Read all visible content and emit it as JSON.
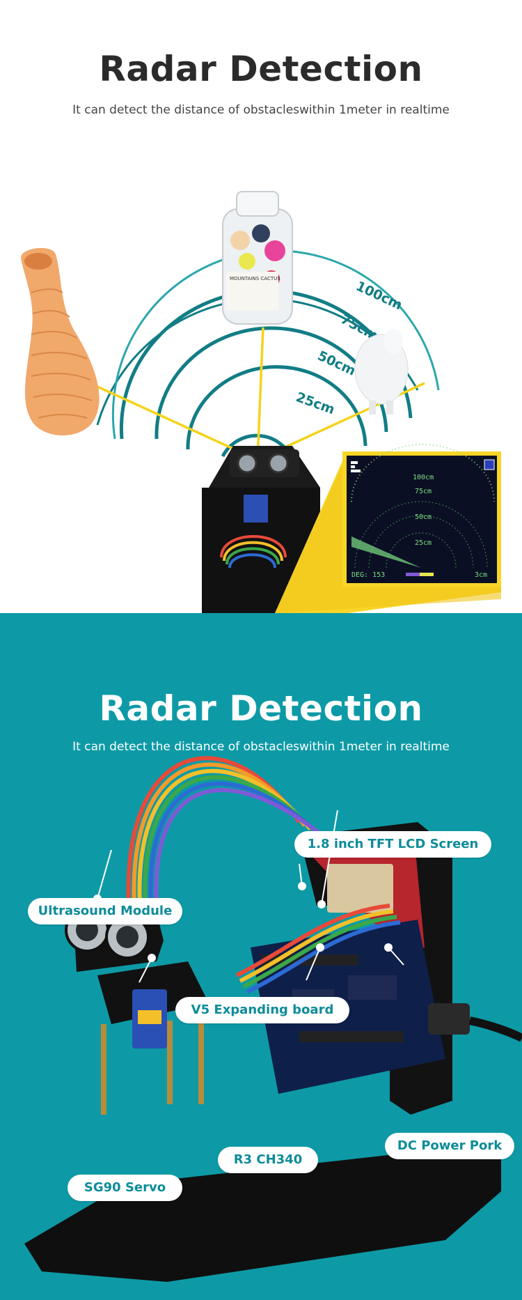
{
  "section1": {
    "title": "Radar Detection",
    "subtitle": "It can detect the distance of obstacleswithin 1meter in realtime",
    "rings": [
      "100cm",
      "75cm",
      "50cm",
      "25cm"
    ],
    "jar_label": "MOUNTAINS CACTUS",
    "lcd": {
      "rings": [
        "100cm",
        "75cm",
        "50cm",
        "25cm"
      ],
      "deg_label": "DEG: 153",
      "dist_label": "3cm"
    }
  },
  "section2": {
    "title": "Radar Detection",
    "subtitle": "It can detect the distance of obstacleswithin 1meter in realtime",
    "callouts": {
      "lcd_screen": "1.8 inch TFT LCD Screen",
      "ultrasound": "Ultrasound Module",
      "expanding_board": "V5 Expanding board",
      "dc_power": "DC Power Pork",
      "r3": "R3 CH340",
      "servo": "SG90 Servo"
    }
  },
  "colors": {
    "teal_bg": "#0d9aa6",
    "radar_ring": "#127d85",
    "beam_yellow": "#f4d31b",
    "callout_text": "#0d8c99"
  }
}
